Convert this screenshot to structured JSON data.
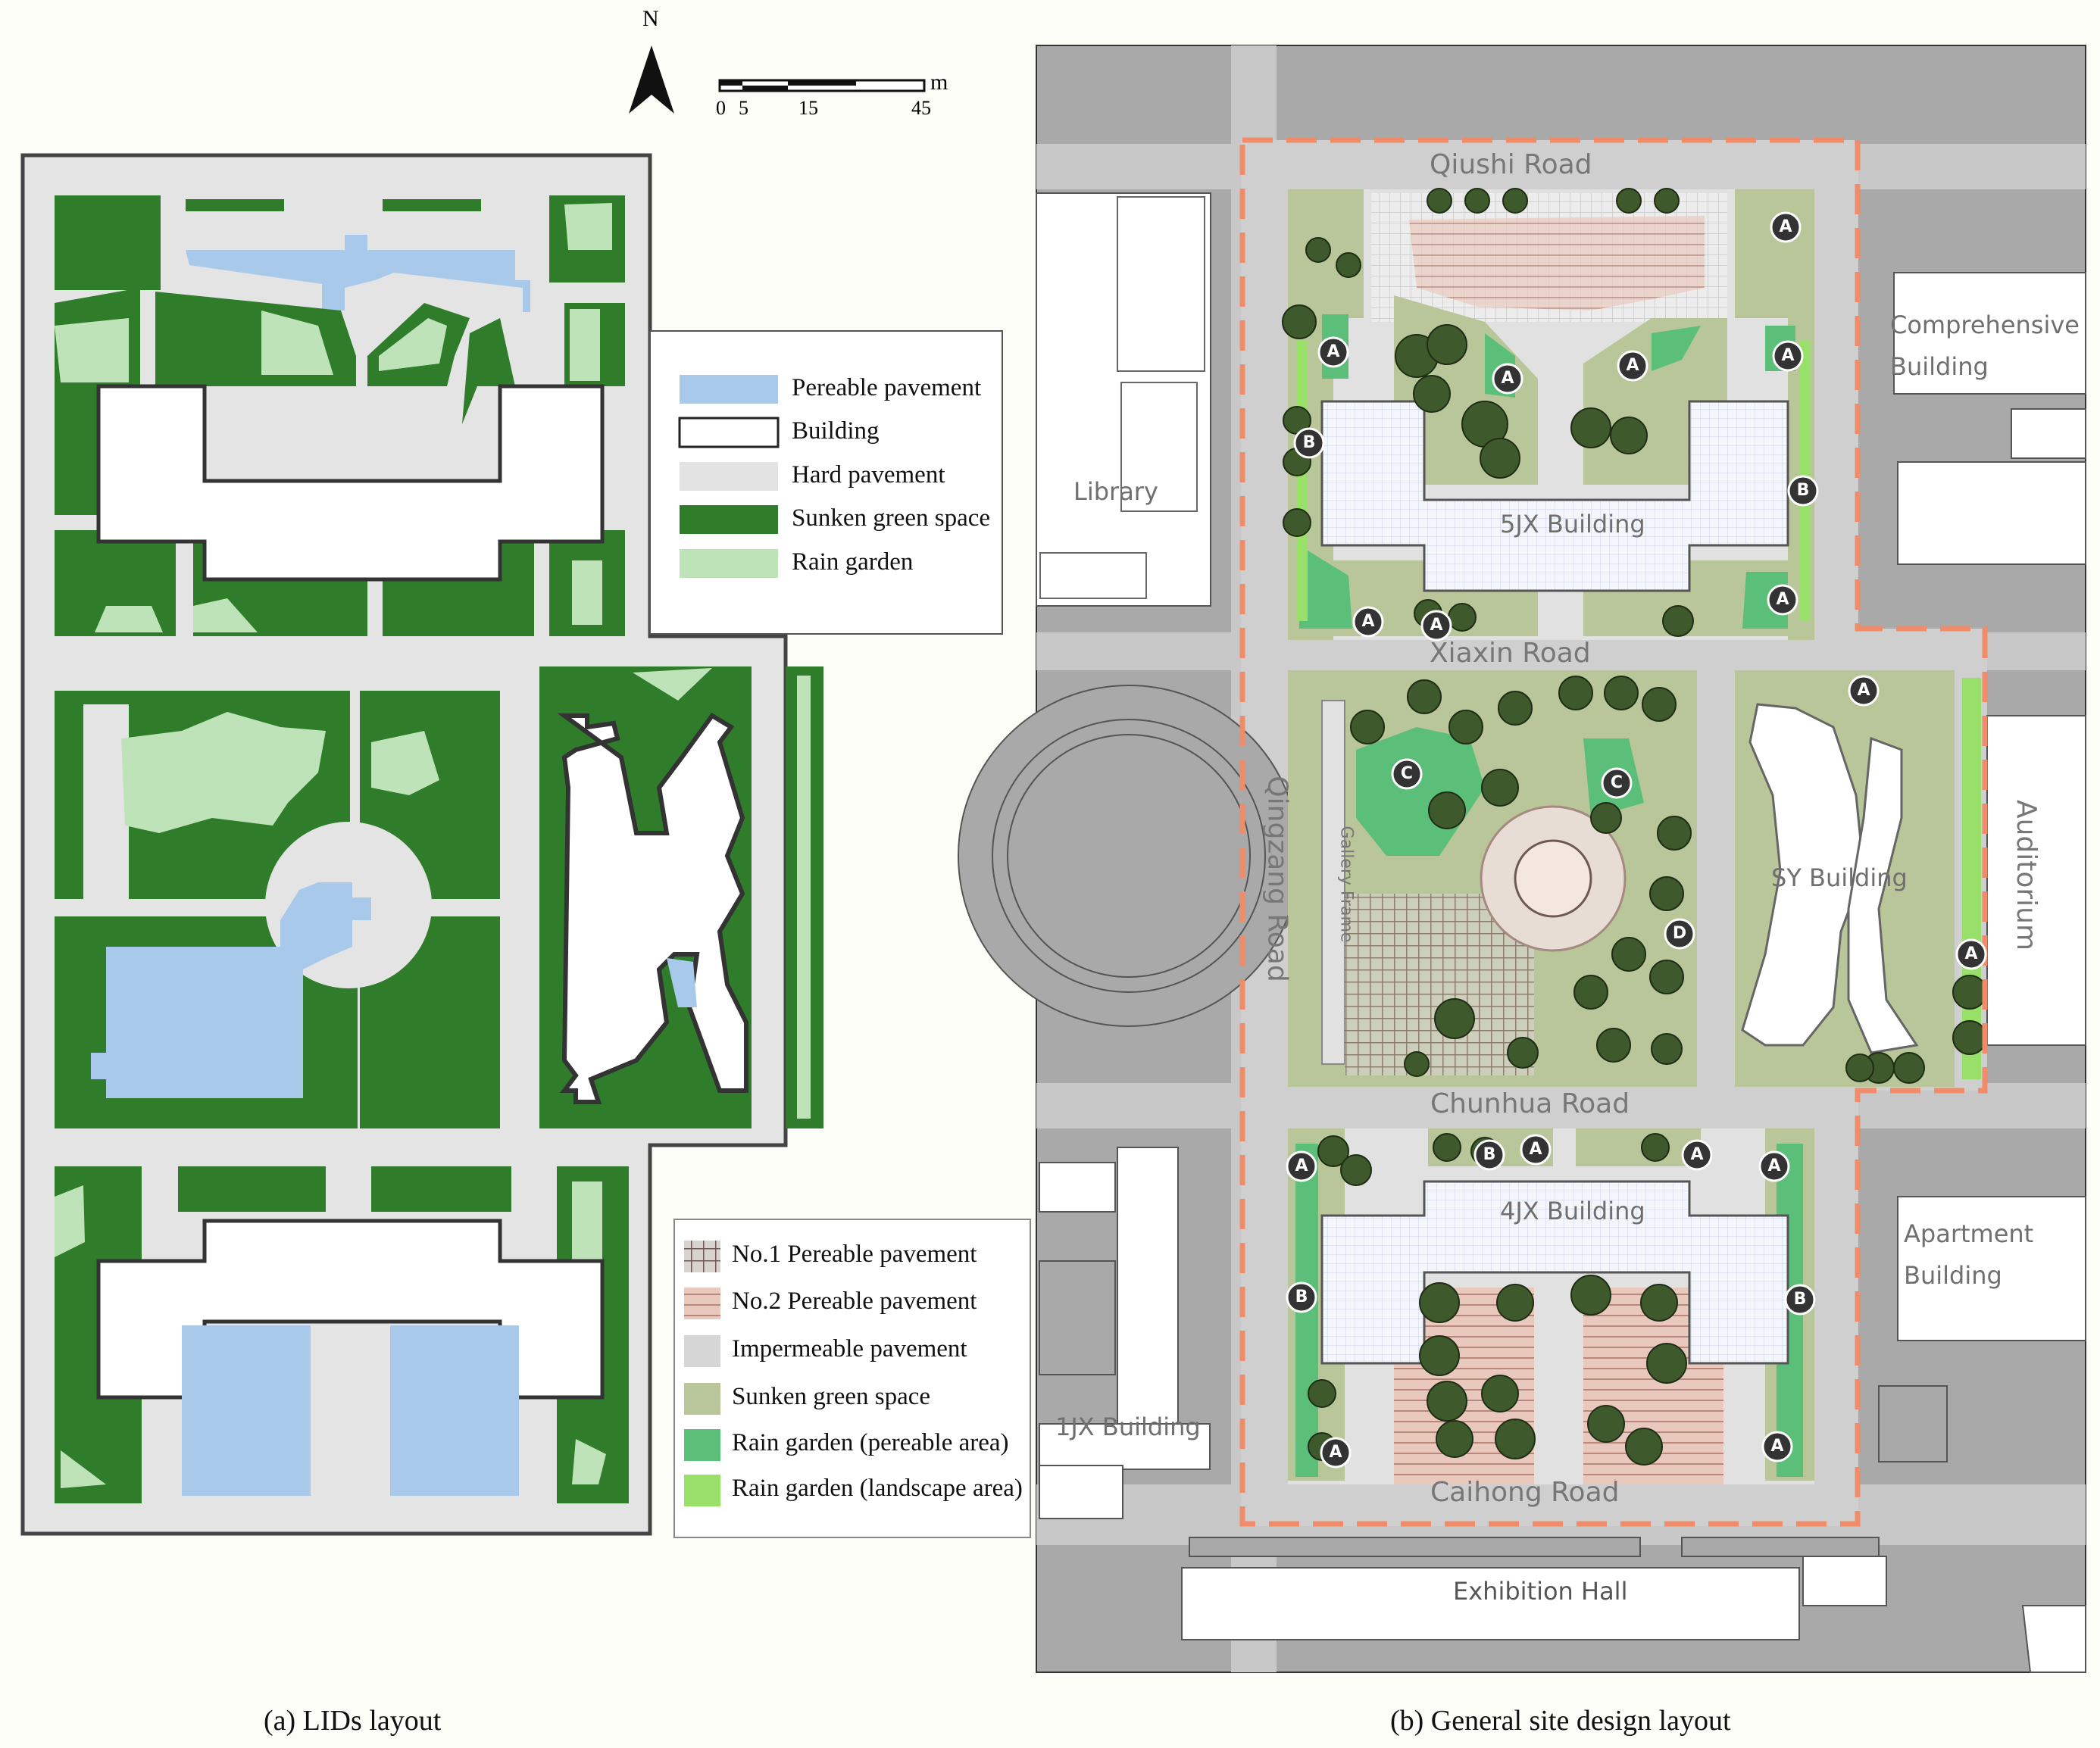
{
  "compass": {
    "letter": "N"
  },
  "scalebar": {
    "unit": "m",
    "ticks": [
      "0",
      "5",
      "15",
      "45"
    ]
  },
  "legend_a": {
    "items": [
      {
        "label": "Pereable pavement",
        "color": "#a9c9ea"
      },
      {
        "label": "Building",
        "color": "#ffffff"
      },
      {
        "label": "Hard pavement",
        "color": "#e3e3e3"
      },
      {
        "label": "Sunken green space",
        "color": "#2f7d2a"
      },
      {
        "label": "Rain garden",
        "color": "#bfe3b8"
      }
    ]
  },
  "legend_b": {
    "items": [
      {
        "label": "No.1 Pereable pavement",
        "pattern": "grid-dark"
      },
      {
        "label": "No.2 Pereable pavement",
        "pattern": "stripe-pink"
      },
      {
        "label": "Impermeable pavement",
        "color": "#d6d6d6"
      },
      {
        "label": "Sunken green space",
        "color": "#b9c69a"
      },
      {
        "label": "Rain garden (pereable area)",
        "color": "#5bbf7a"
      },
      {
        "label": "Rain garden (landscape area)",
        "color": "#99e06a"
      }
    ]
  },
  "site_b": {
    "roads": {
      "qiushi": "Qiushi Road",
      "xiaxin": "Xiaxin Road",
      "chunhua": "Chunhua Road",
      "caihong": "Caihong Road",
      "qingzang": "Qingzang Road"
    },
    "buildings": {
      "comprehensive_1": "Comprehensive",
      "comprehensive_2": "Building",
      "library": "Library",
      "jx5": "5JX Building",
      "sy": "SY Building",
      "auditorium": "Auditorium",
      "apartment_1": "Apartment",
      "apartment_2": "Building",
      "jx4": "4JX Building",
      "jx1": "1JX Building",
      "exhibition": "Exhibition Hall",
      "gallery": "Gallery Frame"
    },
    "markers": {
      "a": "A",
      "b": "B",
      "c": "C",
      "d": "D"
    }
  },
  "captions": {
    "a": "(a) LIDs layout",
    "b": "(b) General site design layout"
  }
}
